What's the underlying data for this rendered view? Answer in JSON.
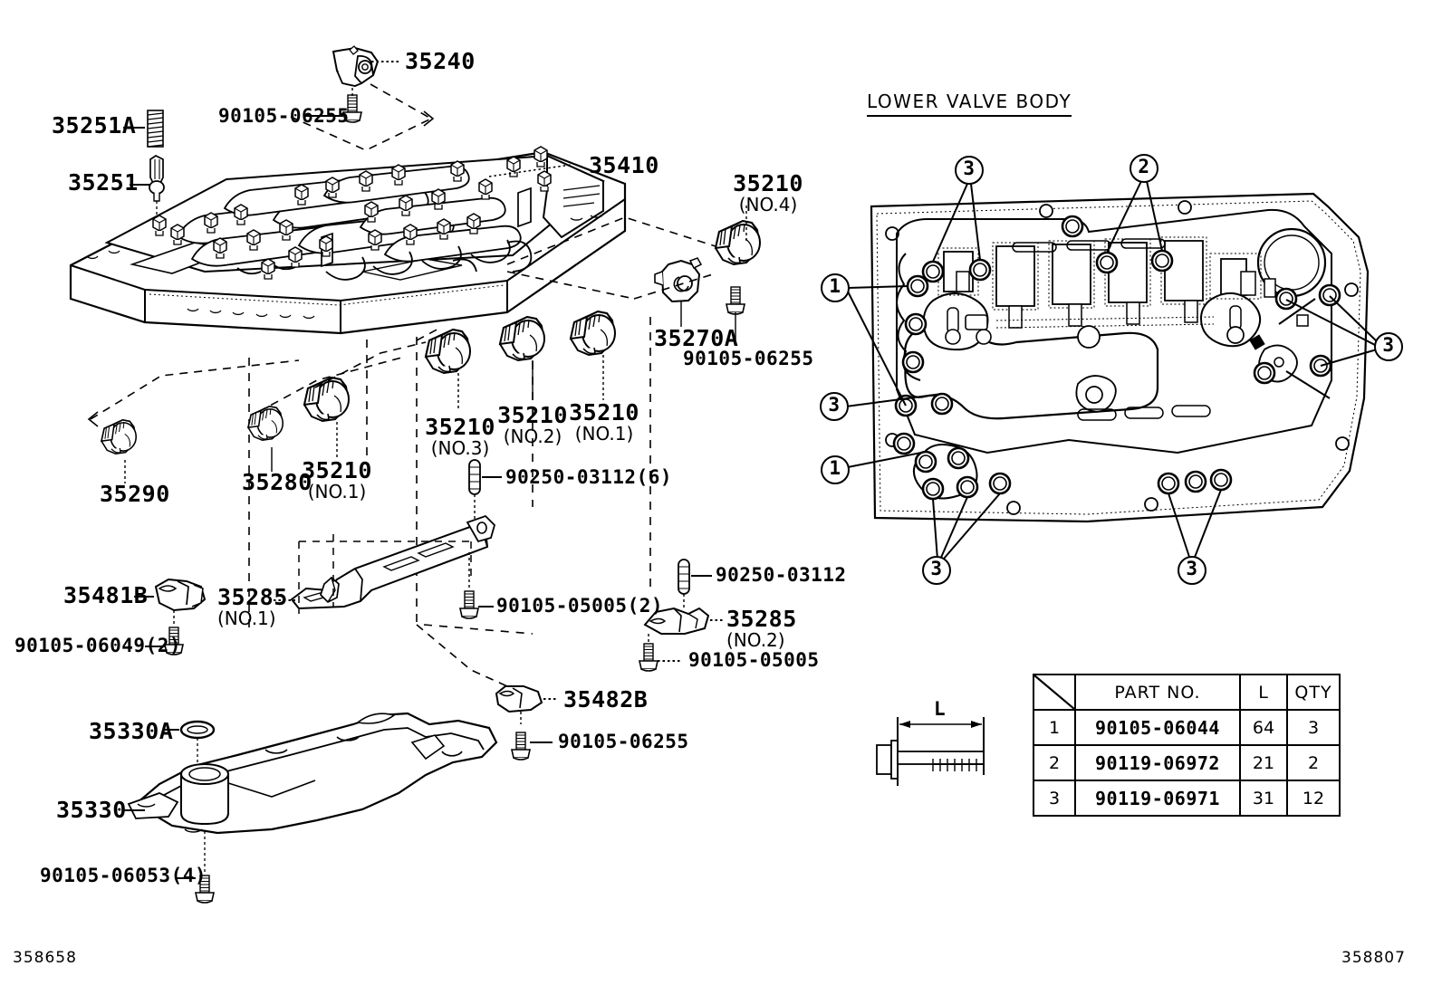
{
  "page": {
    "left_code": "358658",
    "right_code": "358807"
  },
  "sections": {
    "lower_valve_body_title": "LOWER VALVE BODY"
  },
  "callouts": [
    {
      "id": "c-35240",
      "text": "35240",
      "sub": ""
    },
    {
      "id": "c-90105-06255a",
      "text": "90105-06255",
      "sub": ""
    },
    {
      "id": "c-35251A",
      "text": "35251A",
      "sub": ""
    },
    {
      "id": "c-35251",
      "text": "35251",
      "sub": ""
    },
    {
      "id": "c-35410",
      "text": "35410",
      "sub": ""
    },
    {
      "id": "c-35210-no4",
      "text": "35210",
      "sub": "(NO.4)"
    },
    {
      "id": "c-35270A",
      "text": "35270A",
      "sub": ""
    },
    {
      "id": "c-90105-06255b",
      "text": "90105-06255",
      "sub": ""
    },
    {
      "id": "c-35210-no3",
      "text": "35210",
      "sub": "(NO.3)"
    },
    {
      "id": "c-35210-no2",
      "text": "35210",
      "sub": "(NO.2)"
    },
    {
      "id": "c-35210-no1r",
      "text": "35210",
      "sub": "(NO.1)"
    },
    {
      "id": "c-35290",
      "text": "35290",
      "sub": ""
    },
    {
      "id": "c-35280",
      "text": "35280",
      "sub": ""
    },
    {
      "id": "c-35210-no1l",
      "text": "35210",
      "sub": "(NO.1)"
    },
    {
      "id": "c-90250-03112-6",
      "text": "90250-03112(6)",
      "sub": ""
    },
    {
      "id": "c-35481B",
      "text": "35481B",
      "sub": ""
    },
    {
      "id": "c-35285-no1",
      "text": "35285",
      "sub": "(NO.1)"
    },
    {
      "id": "c-90105-05005-2",
      "text": "90105-05005(2)",
      "sub": ""
    },
    {
      "id": "c-90105-06049-2",
      "text": "90105-06049(2)",
      "sub": ""
    },
    {
      "id": "c-90250-03112",
      "text": "90250-03112",
      "sub": ""
    },
    {
      "id": "c-35285-no2",
      "text": "35285",
      "sub": "(NO.2)"
    },
    {
      "id": "c-90105-05005",
      "text": "90105-05005",
      "sub": ""
    },
    {
      "id": "c-35482B",
      "text": "35482B",
      "sub": ""
    },
    {
      "id": "c-90105-06255c",
      "text": "90105-06255",
      "sub": ""
    },
    {
      "id": "c-35330A",
      "text": "35330A",
      "sub": ""
    },
    {
      "id": "c-35330",
      "text": "35330",
      "sub": ""
    },
    {
      "id": "c-90105-06053-4",
      "text": "90105-06053(4)",
      "sub": ""
    }
  ],
  "balloons": [
    {
      "id": "b1",
      "label": "3"
    },
    {
      "id": "b2",
      "label": "2"
    },
    {
      "id": "b3",
      "label": "1"
    },
    {
      "id": "b4",
      "label": "3"
    },
    {
      "id": "b5",
      "label": "1"
    },
    {
      "id": "b6",
      "label": "3"
    },
    {
      "id": "b7",
      "label": "3"
    },
    {
      "id": "b8",
      "label": "3"
    }
  ],
  "bolt_dimension": {
    "length_label": "L"
  },
  "parts_table": {
    "headers": {
      "index": "",
      "part_no": "PART NO.",
      "l": "L",
      "qty": "QTY"
    },
    "rows": [
      {
        "index": "1",
        "part_no": "90105-06044",
        "l": "64",
        "qty": "3"
      },
      {
        "index": "2",
        "part_no": "90119-06972",
        "l": "21",
        "qty": "2"
      },
      {
        "index": "3",
        "part_no": "90119-06971",
        "l": "31",
        "qty": "12"
      }
    ]
  }
}
